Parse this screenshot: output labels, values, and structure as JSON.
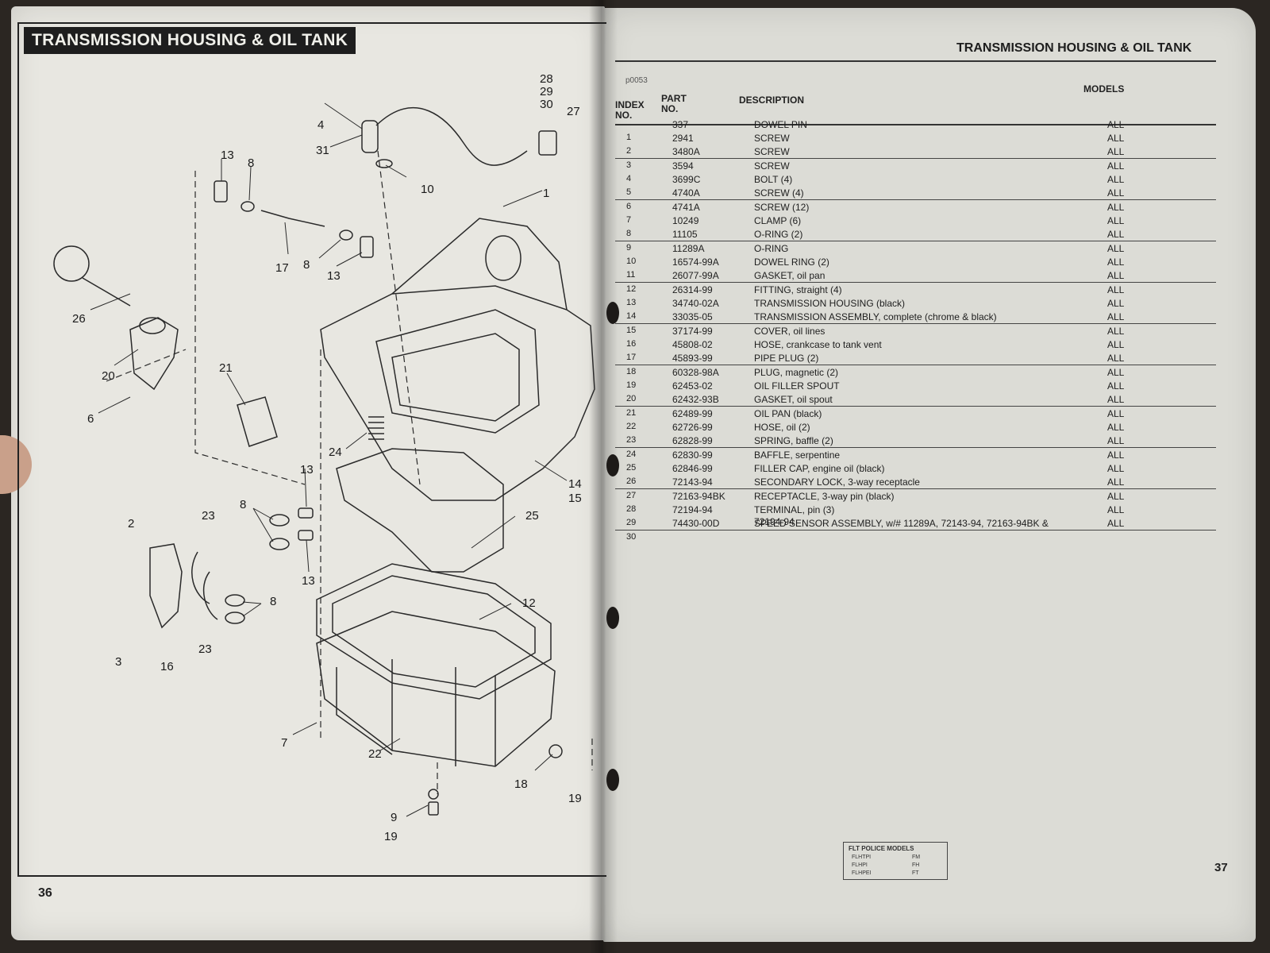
{
  "left_page": {
    "title": "TRANSMISSION HOUSING & OIL TANK",
    "page_number": "36",
    "callouts": [
      "28",
      "29",
      "30",
      "27",
      "4",
      "31",
      "10",
      "1",
      "13",
      "8",
      "17",
      "8",
      "13",
      "26",
      "20",
      "6",
      "21",
      "24",
      "13",
      "14",
      "15",
      "8",
      "25",
      "2",
      "23",
      "13",
      "23",
      "8",
      "3",
      "16",
      "12",
      "7",
      "22",
      "18",
      "19",
      "9",
      "19"
    ]
  },
  "right_page": {
    "title": "TRANSMISSION HOUSING & OIL TANK",
    "figure_code": "p0053",
    "page_number": "37",
    "table": {
      "headers": {
        "index": "INDEX NO.",
        "part": "PART NO.",
        "description": "DESCRIPTION",
        "models": "MODELS"
      },
      "rows": [
        {
          "index": "",
          "part": "337",
          "description": "DOWEL PIN",
          "models": "ALL"
        },
        {
          "index": "1",
          "part": "2941",
          "description": "SCREW",
          "models": "ALL"
        },
        {
          "index": "2",
          "part": "3480A",
          "description": "SCREW",
          "models": "ALL"
        },
        {
          "index": "3",
          "part": "3594",
          "description": "SCREW",
          "models": "ALL"
        },
        {
          "index": "4",
          "part": "3699C",
          "description": "BOLT (4)",
          "models": "ALL"
        },
        {
          "index": "5",
          "part": "4740A",
          "description": "SCREW (4)",
          "models": "ALL"
        },
        {
          "index": "6",
          "part": "4741A",
          "description": "SCREW (12)",
          "models": "ALL"
        },
        {
          "index": "7",
          "part": "10249",
          "description": "CLAMP (6)",
          "models": "ALL"
        },
        {
          "index": "8",
          "part": "11105",
          "description": "O-RING (2)",
          "models": "ALL"
        },
        {
          "index": "9",
          "part": "11289A",
          "description": "O-RING",
          "models": "ALL"
        },
        {
          "index": "10",
          "part": "16574-99A",
          "description": "DOWEL RING (2)",
          "models": "ALL"
        },
        {
          "index": "11",
          "part": "26077-99A",
          "description": "GASKET, oil pan",
          "models": "ALL"
        },
        {
          "index": "12",
          "part": "26314-99",
          "description": "FITTING, straight (4)",
          "models": "ALL"
        },
        {
          "index": "13",
          "part": "34740-02A",
          "description": "TRANSMISSION HOUSING (black)",
          "models": "ALL"
        },
        {
          "index": "14",
          "part": "33035-05",
          "description": "TRANSMISSION ASSEMBLY, complete (chrome & black)",
          "models": "ALL"
        },
        {
          "index": "15",
          "part": "37174-99",
          "description": "COVER, oil lines",
          "models": "ALL"
        },
        {
          "index": "16",
          "part": "45808-02",
          "description": "HOSE, crankcase to tank vent",
          "models": "ALL"
        },
        {
          "index": "17",
          "part": "45893-99",
          "description": "PIPE PLUG (2)",
          "models": "ALL"
        },
        {
          "index": "18",
          "part": "60328-98A",
          "description": "PLUG, magnetic (2)",
          "models": "ALL"
        },
        {
          "index": "19",
          "part": "62453-02",
          "description": "OIL FILLER SPOUT",
          "models": "ALL"
        },
        {
          "index": "20",
          "part": "62432-93B",
          "description": "GASKET, oil spout",
          "models": "ALL"
        },
        {
          "index": "21",
          "part": "62489-99",
          "description": "OIL PAN (black)",
          "models": "ALL"
        },
        {
          "index": "22",
          "part": "62726-99",
          "description": "HOSE, oil (2)",
          "models": "ALL"
        },
        {
          "index": "23",
          "part": "62828-99",
          "description": "SPRING, baffle (2)",
          "models": "ALL"
        },
        {
          "index": "24",
          "part": "62830-99",
          "description": "BAFFLE, serpentine",
          "models": "ALL"
        },
        {
          "index": "25",
          "part": "62846-99",
          "description": "FILLER CAP, engine oil (black)",
          "models": "ALL"
        },
        {
          "index": "26",
          "part": "72143-94",
          "description": "SECONDARY LOCK, 3-way receptacle",
          "models": "ALL"
        },
        {
          "index": "27",
          "part": "72163-94BK",
          "description": "RECEPTACLE, 3-way pin (black)",
          "models": "ALL"
        },
        {
          "index": "28",
          "part": "72194-94",
          "description": "TERMINAL, pin (3)",
          "models": "ALL"
        },
        {
          "index": "29",
          "part": "74430-00D",
          "description": "SPEED SENSOR ASSEMBLY, w/# 11289A, 72143-94, 72163-94BK &",
          "models": "ALL"
        },
        {
          "index": "30",
          "part": "",
          "description": "",
          "models": ""
        }
      ],
      "description_continuation": "72194-94"
    },
    "legend": {
      "title": "FLT POLICE MODELS",
      "rows": [
        {
          "model": "FLHTPI",
          "code": "FM"
        },
        {
          "model": "FLHPI",
          "code": "FH"
        },
        {
          "model": "FLHPEI",
          "code": "FT"
        }
      ]
    }
  }
}
